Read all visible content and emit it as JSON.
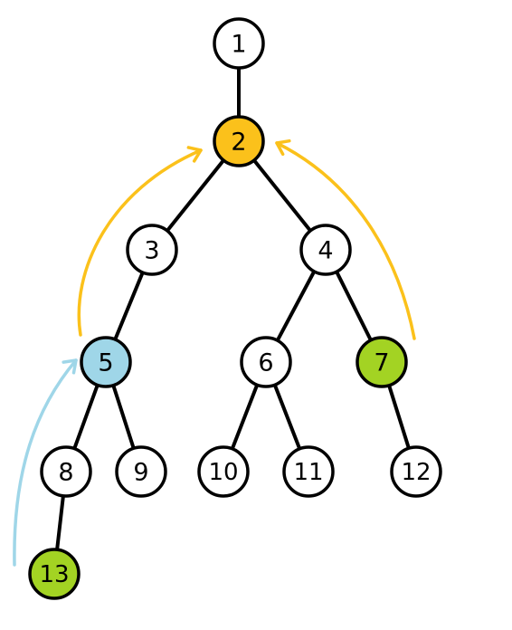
{
  "colors": {
    "background": "#ffffff",
    "node_default": "#ffffff",
    "node_highlight_orange": "#fbc11b",
    "node_highlight_blue": "#9fd6e8",
    "node_highlight_green": "#a3d323",
    "arrow_orange": "#fbc11b",
    "arrow_blue": "#9fd6e8",
    "stroke": "#000000"
  },
  "nodes": [
    {
      "id": "1",
      "label": "1",
      "color": "node_default"
    },
    {
      "id": "2",
      "label": "2",
      "color": "node_highlight_orange"
    },
    {
      "id": "3",
      "label": "3",
      "color": "node_default"
    },
    {
      "id": "4",
      "label": "4",
      "color": "node_default"
    },
    {
      "id": "5",
      "label": "5",
      "color": "node_highlight_blue"
    },
    {
      "id": "6",
      "label": "6",
      "color": "node_default"
    },
    {
      "id": "7",
      "label": "7",
      "color": "node_highlight_green"
    },
    {
      "id": "8",
      "label": "8",
      "color": "node_default"
    },
    {
      "id": "9",
      "label": "9",
      "color": "node_default"
    },
    {
      "id": "10",
      "label": "10",
      "color": "node_default"
    },
    {
      "id": "11",
      "label": "11",
      "color": "node_default"
    },
    {
      "id": "12",
      "label": "12",
      "color": "node_default"
    },
    {
      "id": "13",
      "label": "13",
      "color": "node_highlight_green"
    }
  ],
  "edges": [
    {
      "from": "1",
      "to": "2"
    },
    {
      "from": "2",
      "to": "3"
    },
    {
      "from": "2",
      "to": "4"
    },
    {
      "from": "3",
      "to": "5"
    },
    {
      "from": "4",
      "to": "6"
    },
    {
      "from": "4",
      "to": "7"
    },
    {
      "from": "5",
      "to": "8"
    },
    {
      "from": "5",
      "to": "9"
    },
    {
      "from": "6",
      "to": "10"
    },
    {
      "from": "6",
      "to": "11"
    },
    {
      "from": "7",
      "to": "12"
    },
    {
      "from": "8",
      "to": "13"
    }
  ],
  "arrows": [
    {
      "from": "13",
      "to": "5",
      "color": "arrow_blue"
    },
    {
      "from": "5",
      "to": "2",
      "color": "arrow_orange"
    },
    {
      "from": "7",
      "to": "2",
      "color": "arrow_orange"
    }
  ]
}
